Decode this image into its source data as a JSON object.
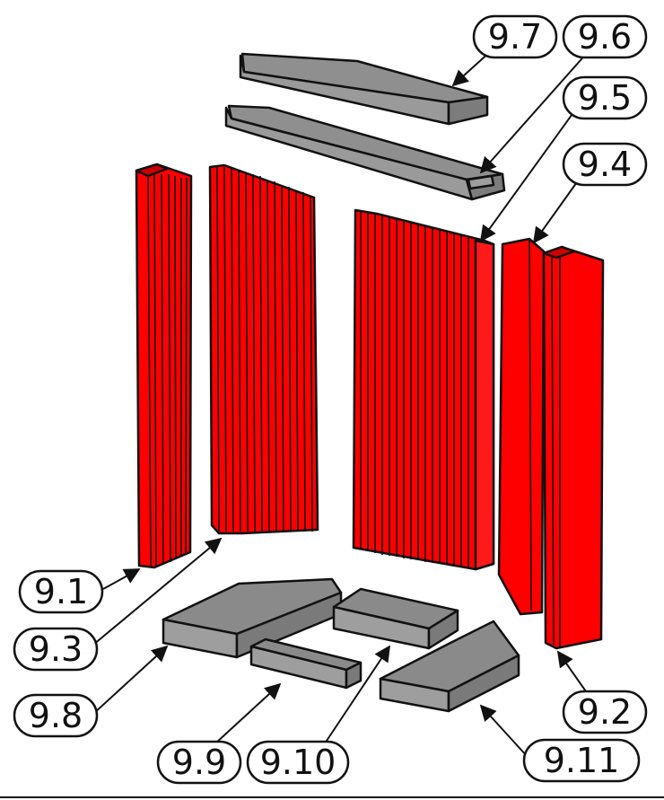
{
  "colors": {
    "side_brick": "#ff0000",
    "top_face": "#8a8a8a",
    "front_face": "#9e9e9e",
    "side_face": "#7a7a7a",
    "outline": "#111111"
  },
  "labels": {
    "p9_1": "9.1",
    "p9_2": "9.2",
    "p9_3": "9.3",
    "p9_4": "9.4",
    "p9_5": "9.5",
    "p9_6": "9.6",
    "p9_7": "9.7",
    "p9_8": "9.8",
    "p9_9": "9.9",
    "p9_10": "9.10",
    "p9_11": "9.11"
  }
}
